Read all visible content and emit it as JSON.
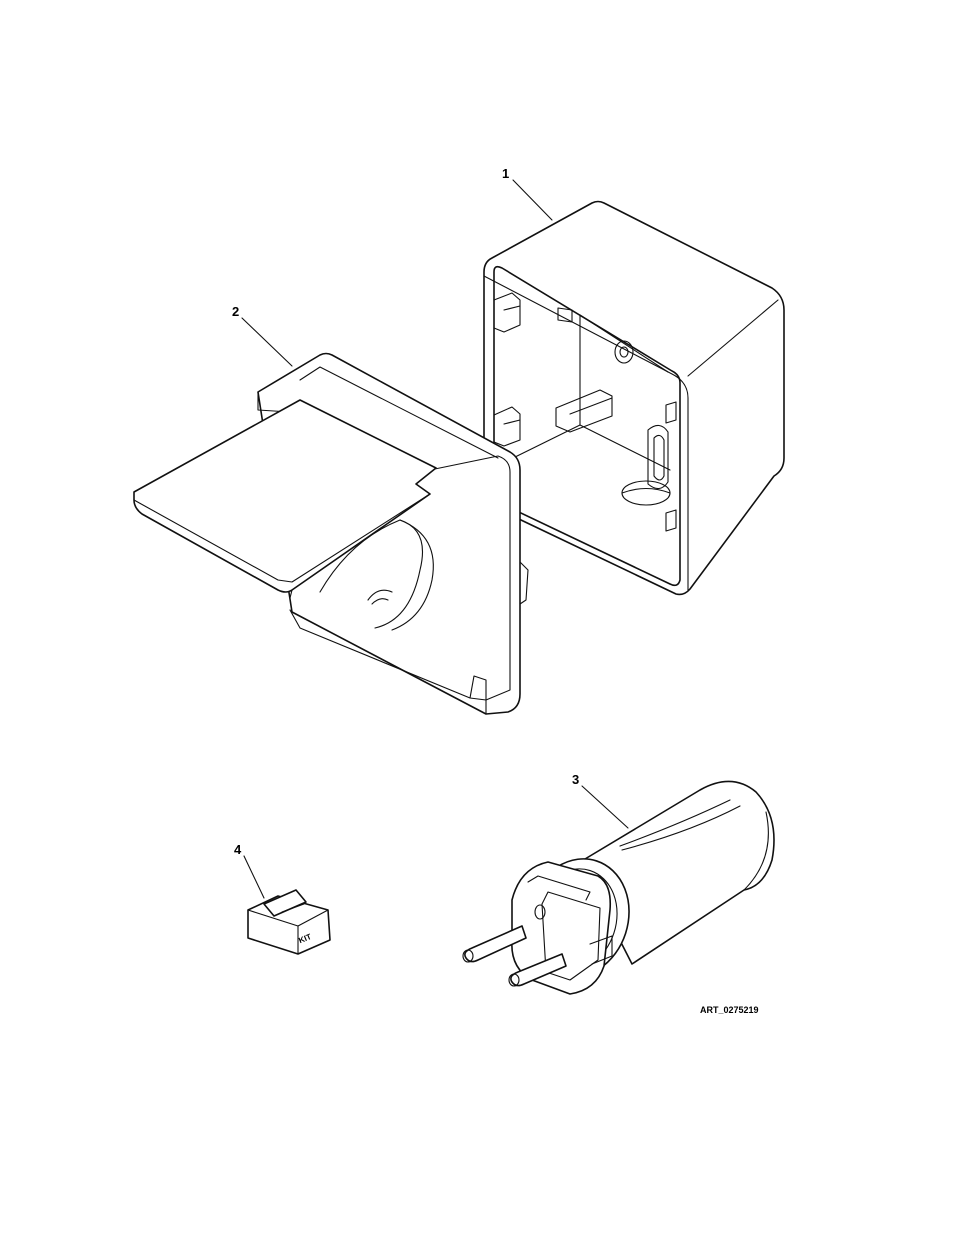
{
  "callouts": {
    "item1": "1",
    "item2": "2",
    "item3": "3",
    "item4": "4"
  },
  "kit_label": "KIT",
  "art_id": "ART_0275219"
}
